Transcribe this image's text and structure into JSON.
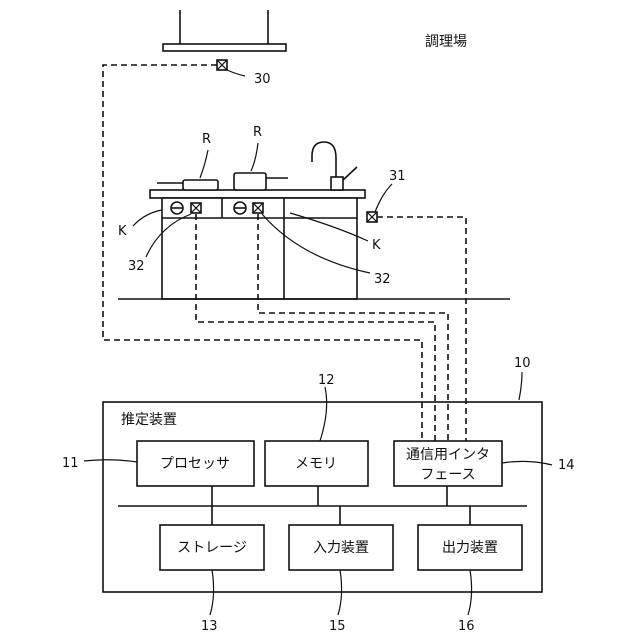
{
  "scene_title": "調理場",
  "labels": {
    "camera_ceiling": "30",
    "camera_wall": "31",
    "sensor_left": "32",
    "sensor_right": "32",
    "pot_left": "R",
    "pot_right": "R",
    "stove_left": "K",
    "stove_right": "K"
  },
  "estimator": {
    "title": "推定装置",
    "ref": "10",
    "processor": {
      "label": "プロセッサ",
      "ref": "11"
    },
    "memory": {
      "label": "メモリ",
      "ref": "12"
    },
    "storage": {
      "label": "ストレージ",
      "ref": "13"
    },
    "comm_if": {
      "label_line1": "通信用インタ",
      "label_line2": "フェース",
      "ref": "14"
    },
    "input": {
      "label": "入力装置",
      "ref": "15"
    },
    "output": {
      "label": "出力装置",
      "ref": "16"
    }
  }
}
